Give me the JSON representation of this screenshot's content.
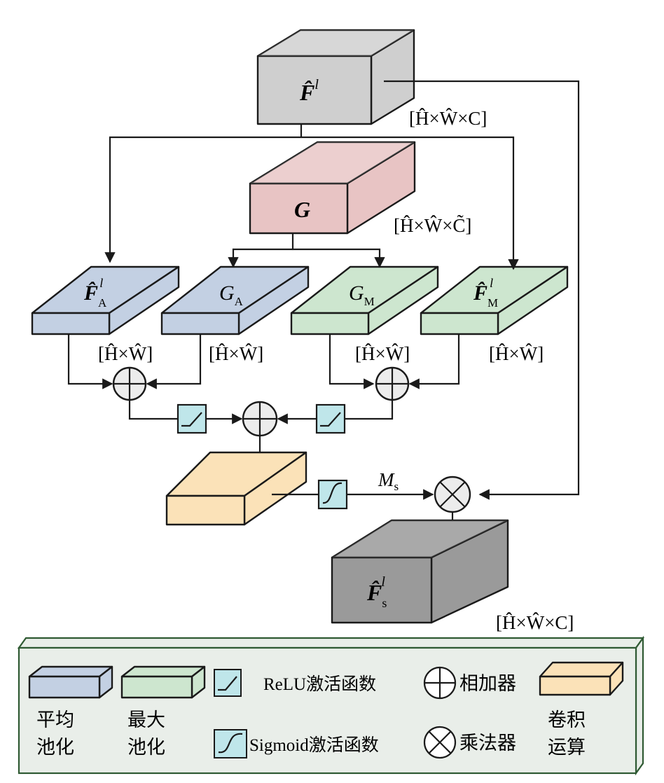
{
  "colors": {
    "gray_top": "#cfcfcf",
    "gray_bottom": "#9a9a9a",
    "pink": "#e8c4c4",
    "blue": "#c3d0e3",
    "green": "#cde6cf",
    "orange": "#fbe2b8",
    "activation": "#bfe6ea",
    "op_circle": "#ececec",
    "legend_bg": "#e9eee9",
    "legend_border": "#2f5a33"
  },
  "blocks": {
    "input": {
      "label": "F̂",
      "sup": "l",
      "dims": "[Ĥ×Ŵ×C]"
    },
    "g": {
      "label": "G",
      "dims": "[Ĥ×Ŵ×C̃]"
    },
    "f_avg": {
      "label": "F̂",
      "sub": "A",
      "sup": "l",
      "dims": "[Ĥ×Ŵ]"
    },
    "g_avg": {
      "label": "G",
      "sub": "A",
      "dims": "[Ĥ×Ŵ]"
    },
    "g_max": {
      "label": "G",
      "sub": "M",
      "dims": "[Ĥ×Ŵ]"
    },
    "f_max": {
      "label": "F̂",
      "sub": "M",
      "sup": "l",
      "dims": "[Ĥ×Ŵ]"
    },
    "ms": {
      "label": "M",
      "sub": "s"
    },
    "output": {
      "label": "F̂",
      "sub": "s",
      "sup": "l",
      "dims": "[Ĥ×Ŵ×C]"
    }
  },
  "legend": {
    "avg_pool": {
      "line1": "平均",
      "line2": "池化"
    },
    "max_pool": {
      "line1": "最大",
      "line2": "池化"
    },
    "relu": "ReLU激活函数",
    "sigmoid": "Sigmoid激活函数",
    "adder": "相加器",
    "multiplier": "乘法器",
    "conv": {
      "line1": "卷积",
      "line2": "运算"
    }
  }
}
